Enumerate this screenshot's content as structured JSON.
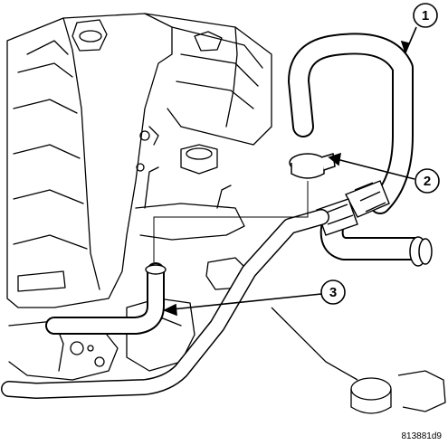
{
  "callouts": [
    {
      "label": "1"
    },
    {
      "label": "2"
    },
    {
      "label": "3"
    }
  ],
  "reference_code": "813881d9",
  "colors": {
    "line": "#000000",
    "background": "#ffffff"
  }
}
